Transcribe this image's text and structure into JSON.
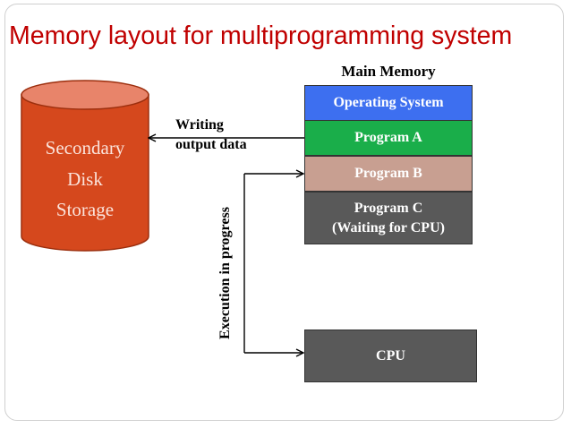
{
  "title": "Memory layout  for multiprogramming system",
  "main_memory": {
    "heading": "Main Memory",
    "blocks": [
      {
        "label": "Operating System",
        "color": "#3d6ff0"
      },
      {
        "label": "Program A",
        "color": "#1aae4a"
      },
      {
        "label": "Program B",
        "color": "#c89f91"
      },
      {
        "label_line1": "Program C",
        "label_line2": "(Waiting for CPU)",
        "color": "#595959"
      }
    ]
  },
  "disk": {
    "line1": "Secondary",
    "line2": "Disk",
    "line3": "Storage",
    "color": "#d5481d",
    "top_color": "#e8846a"
  },
  "arrows": {
    "writing_line1": "Writing",
    "writing_line2": "output data",
    "execution": "Execution in progress"
  },
  "cpu": {
    "label": "CPU",
    "color": "#595959"
  },
  "colors": {
    "title": "#c00000"
  }
}
